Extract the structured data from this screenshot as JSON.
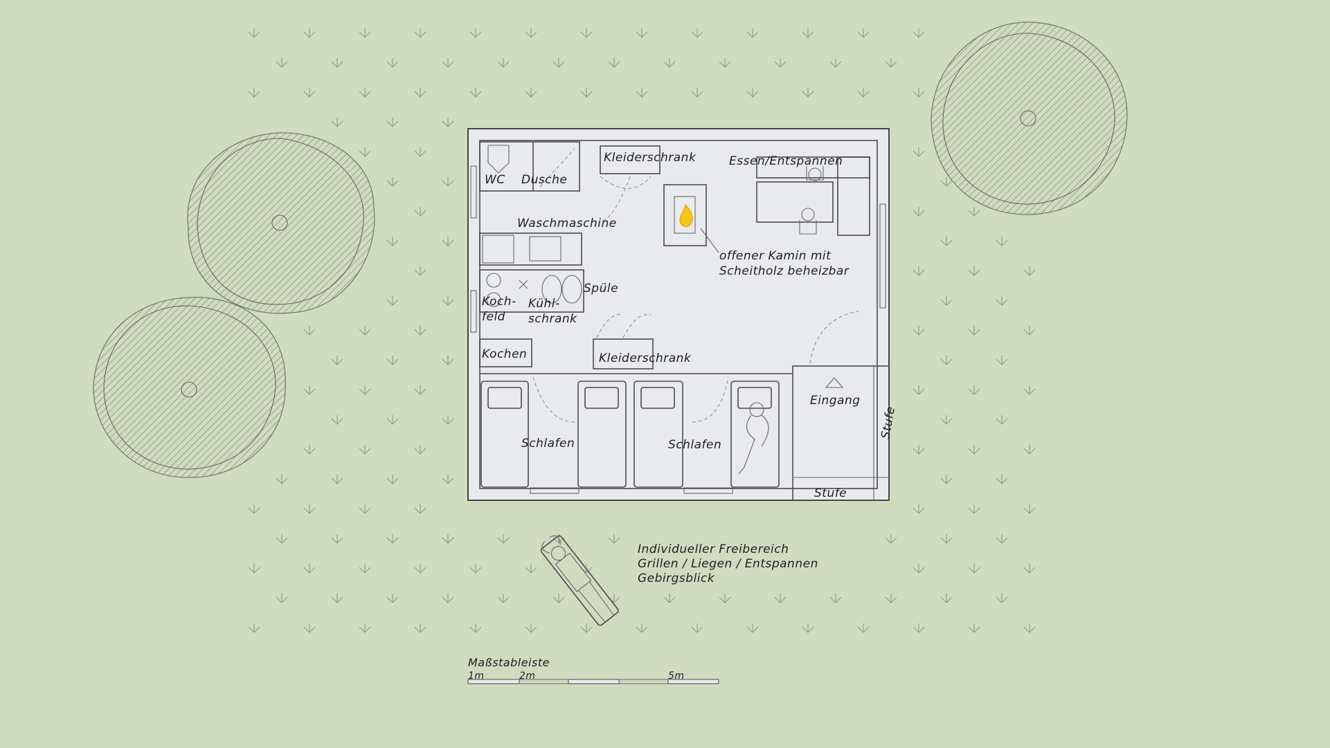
{
  "colors": {
    "background": "#d0dbc0",
    "floor": "#e8eaee",
    "line": "#4a4a4a",
    "flame": "#f5c518"
  },
  "rooms": {
    "wc": "WC",
    "dusche": "Dusche",
    "kleiderschrank_top": "Kleiderschrank",
    "essen": "Essen/Entspannen",
    "waschmaschine": "Waschmaschine",
    "kamin_line1": "offener Kamin mit",
    "kamin_line2": "Scheitholz beheizbar",
    "spuele": "Spüle",
    "kochfeld_1": "Koch-",
    "kochfeld_2": "feld",
    "kuehl_1": "Kühl-",
    "kuehl_2": "schrank",
    "kochen": "Kochen",
    "kleiderschrank_bottom": "Kleiderschrank",
    "eingang": "Eingang",
    "stufe_side": "Stufe",
    "schlafen_left": "Schlafen",
    "schlafen_right": "Schlafen",
    "stufe_bottom": "Stufe"
  },
  "outdoor": {
    "line1": "Individueller Freibereich",
    "line2": "Grillen / Liegen / Entspannen",
    "line3": "Gebirgsblick"
  },
  "scale": {
    "title": "Maßstableiste",
    "tick1": "1m",
    "tick2": "2m",
    "tick5": "5m"
  },
  "icons": [
    "tree-icon",
    "fireplace-flame-icon",
    "person-icon",
    "sun-lounger-icon",
    "entrance-arrow-icon",
    "grass-icon"
  ]
}
